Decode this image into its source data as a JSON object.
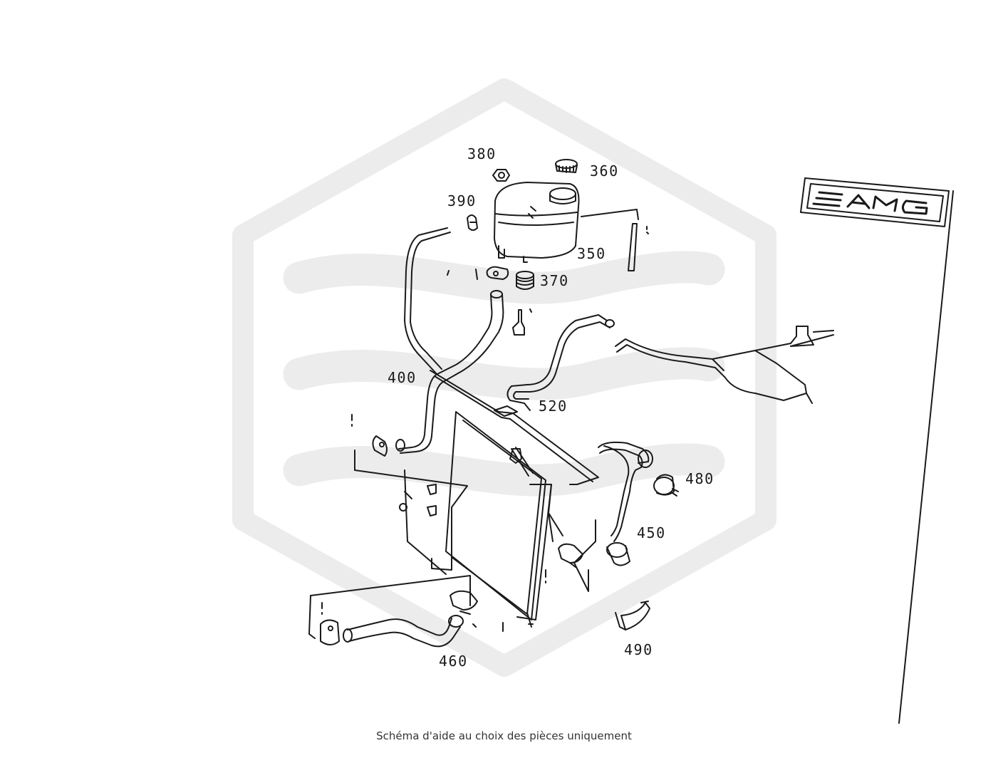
{
  "caption": "Schéma d'aide au choix des pièces uniquement",
  "brand": {
    "logo_text": "AMG",
    "watermark": "hexagon-logo-watermark"
  },
  "colors": {
    "line": "#1a1a1a",
    "watermark": "#ececec",
    "background": "#ffffff"
  },
  "parts": [
    {
      "id": "part-380",
      "label": "380",
      "name": "nut"
    },
    {
      "id": "part-360",
      "label": "360",
      "name": "cap"
    },
    {
      "id": "part-390",
      "label": "390",
      "name": "clip"
    },
    {
      "id": "part-350",
      "label": "350",
      "name": "expansion-tank"
    },
    {
      "id": "part-370",
      "label": "370",
      "name": "rubber-mount"
    },
    {
      "id": "part-400",
      "label": "400",
      "name": "hose"
    },
    {
      "id": "part-520",
      "label": "520",
      "name": "hose"
    },
    {
      "id": "part-480",
      "label": "480",
      "name": "clamp"
    },
    {
      "id": "part-450",
      "label": "450",
      "name": "hose"
    },
    {
      "id": "part-460",
      "label": "460",
      "name": "hose"
    },
    {
      "id": "part-490",
      "label": "490",
      "name": "bracket"
    }
  ]
}
